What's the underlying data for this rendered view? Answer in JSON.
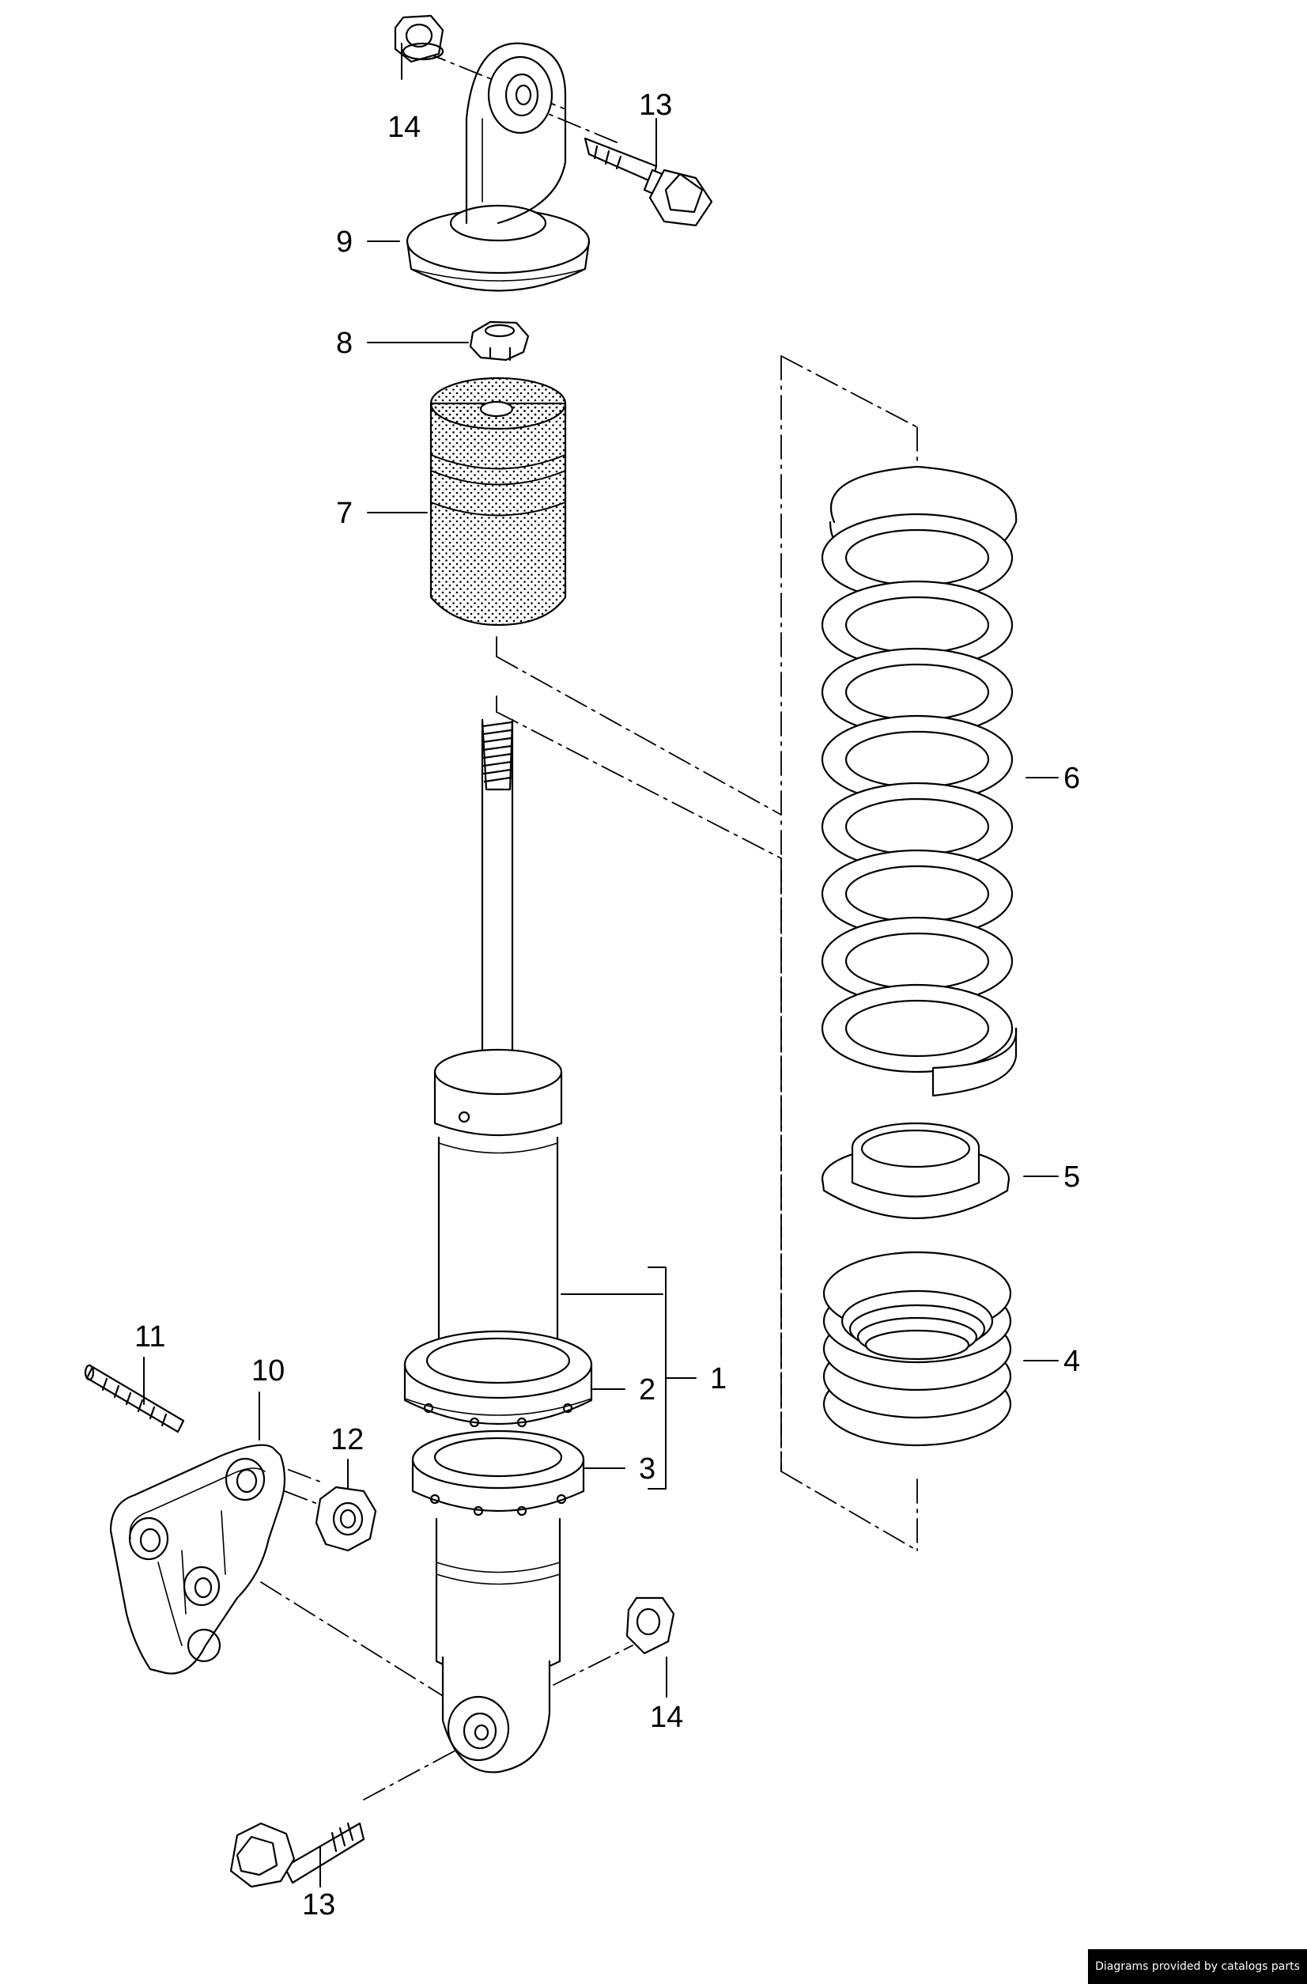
{
  "callouts": [
    {
      "id": "1",
      "label": "1"
    },
    {
      "id": "2",
      "label": "2"
    },
    {
      "id": "3",
      "label": "3"
    },
    {
      "id": "4",
      "label": "4"
    },
    {
      "id": "5",
      "label": "5"
    },
    {
      "id": "6",
      "label": "6"
    },
    {
      "id": "7",
      "label": "7"
    },
    {
      "id": "8",
      "label": "8"
    },
    {
      "id": "9",
      "label": "9"
    },
    {
      "id": "10",
      "label": "10"
    },
    {
      "id": "11",
      "label": "11"
    },
    {
      "id": "12",
      "label": "12"
    },
    {
      "id": "13a",
      "label": "13"
    },
    {
      "id": "13b",
      "label": "13"
    },
    {
      "id": "14a",
      "label": "14"
    },
    {
      "id": "14b",
      "label": "14"
    }
  ],
  "footer": {
    "credit": "Diagrams provided by catalogs parts"
  },
  "colors": {
    "line": "#000000",
    "background": "#ffffff",
    "credit_bg": "#000000"
  }
}
